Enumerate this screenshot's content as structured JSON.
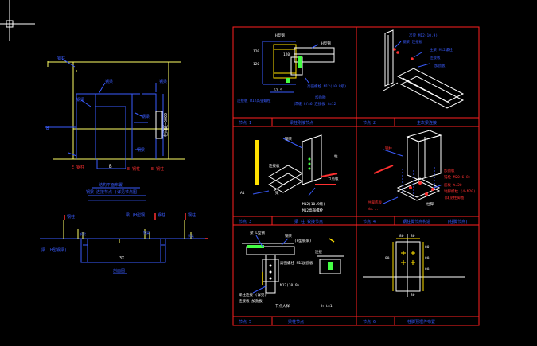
{
  "colors": {
    "background": "#000000",
    "structure": "#ffff66",
    "annotation": "#3a5cff",
    "frame": "#ff2020",
    "detail": "#ffffff",
    "callout": "#ff3030",
    "dimension": "#44ff44",
    "section": "#ffe000"
  },
  "cursor": {
    "icon": "crosshair-cursor-icon"
  },
  "left_plan": {
    "top_label": "钢柱",
    "callouts": [
      "钢梁",
      "钢梁",
      "钢梁",
      "钢梁",
      "钢梁"
    ],
    "dim_vertical": "柱间距=6000",
    "grid_letter": "B",
    "bottom_marks": [
      "E 钢柱",
      "E 钢柱",
      "E 钢柱"
    ],
    "center_mark": "B",
    "caption_line1": "结构平面布置",
    "caption_line2": "钢梁 连接节点 (详见节点图)"
  },
  "left_section": {
    "labels": [
      "钢柱",
      "梁 (H型钢)",
      "钢柱",
      "钢柱"
    ],
    "small_labels": [
      "钢梁",
      "钢梁",
      "钢梁"
    ],
    "side_label": "梁 (H型钢梁)",
    "center_label": "3X",
    "caption": "剖面图"
  },
  "details": [
    {
      "number": "节点 1",
      "title": "梁柱刚接节点",
      "labels": [
        "H型钢",
        "H型钢",
        "120",
        "120",
        "120",
        "52.5",
        "连接板 M12高强螺栓",
        "高强螺栓 M12(10.9级)",
        "加劲肋",
        "焊缝 hf=6 连接板 t=12"
      ]
    },
    {
      "number": "节点 2",
      "title": "主次梁连接",
      "labels": [
        "次梁 M12(10.9)",
        "钢梁 连接板",
        "主梁 M12螺栓",
        "连接板",
        "加劲板"
      ]
    },
    {
      "number": "节点 3",
      "title": "梁 柱 铰接节点",
      "labels": [
        "柱",
        "连接板",
        "梁",
        "M12(10.9级)",
        "M12高强螺栓",
        "节点板",
        "钢梁",
        "A1"
      ]
    },
    {
      "number": "节点 4",
      "title": "钢柱脚节点构造",
      "title_suffix": "(柱脚节点)",
      "labels": [
        "钢柱",
        "加劲板",
        "锚栓 M20(6.8)",
        "底板 t=20",
        "地脚螺栓 (4-M20)",
        "(详见柱脚图)",
        "柱脚底板",
        "N=...",
        "柱脚"
      ]
    },
    {
      "number": "节点 5",
      "title": "梁柱节点",
      "labels": [
        "梁 L型钢",
        "钢梁",
        "(H型钢梁)",
        "连接",
        "高强螺栓 M12",
        "加劲板",
        "M12(10.9)",
        "梁柱连接 (详见)",
        "连接板 加劲板",
        "节点大样",
        "h  t=1"
      ]
    },
    {
      "number": "节点 6",
      "title": "柱脚预埋件布置",
      "labels": [
        "80",
        "80",
        "80",
        "80",
        "80",
        "80",
        "80"
      ]
    }
  ]
}
